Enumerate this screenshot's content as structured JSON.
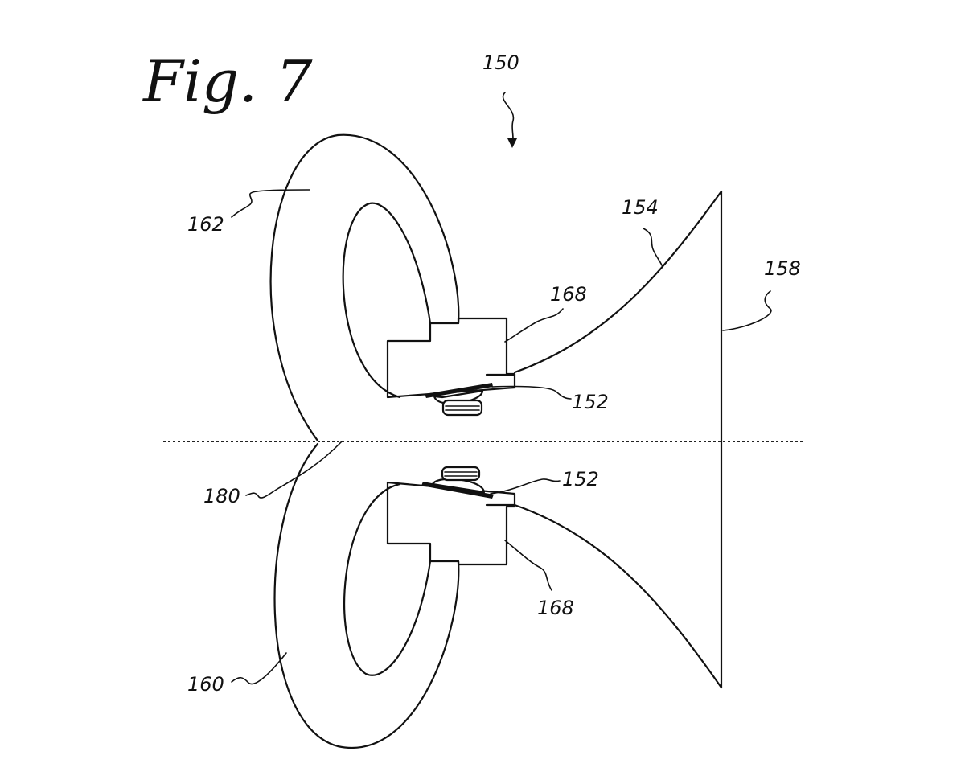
{
  "figure": {
    "title": "Fig. 7",
    "labels": {
      "assembly": "150",
      "horn_flare": "154",
      "horn_mouth": "158",
      "upper_tube": "162",
      "lower_tube": "160",
      "upper_housing": "168",
      "lower_housing": "168",
      "upper_driver": "152",
      "lower_driver": "152",
      "junction": "180"
    }
  }
}
